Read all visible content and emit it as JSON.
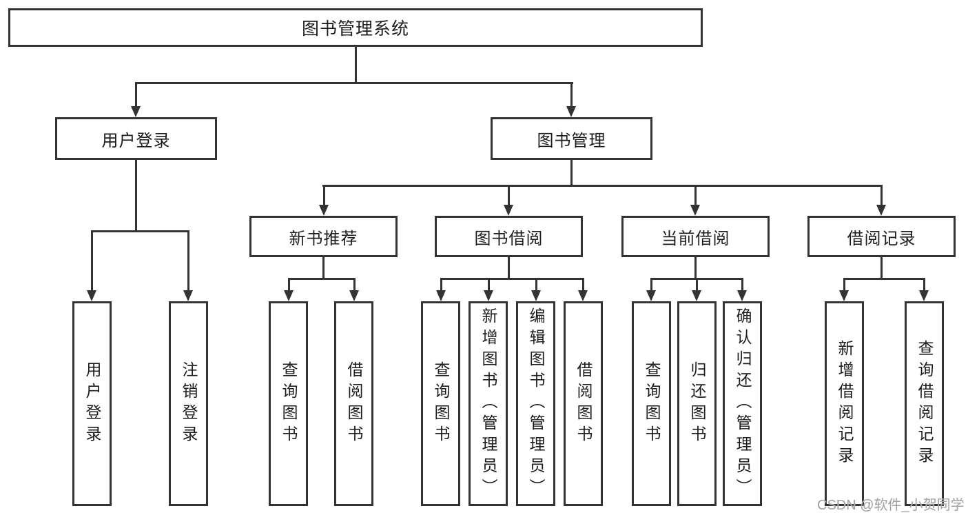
{
  "diagram_title": "图书管理系统",
  "watermark": "CSDN @软件_小贺同学",
  "colors": {
    "line": "#333333",
    "background": "#ffffff",
    "text": "#1d1d1d",
    "watermark": "#a3a3a3"
  },
  "tree": {
    "root": {
      "label": "图书管理系统"
    },
    "branches": [
      {
        "label": "用户登录",
        "children": [
          {
            "label": "用户登录"
          },
          {
            "label": "注销登录"
          }
        ]
      },
      {
        "label": "图书管理",
        "children": [
          {
            "label": "新书推荐",
            "children": [
              {
                "label": "查询图书"
              },
              {
                "label": "借阅图书"
              }
            ]
          },
          {
            "label": "图书借阅",
            "children": [
              {
                "label": "查询图书"
              },
              {
                "label": "新增图书（管理员）"
              },
              {
                "label": "编辑图书（管理员）"
              },
              {
                "label": "借阅图书"
              }
            ]
          },
          {
            "label": "当前借阅",
            "children": [
              {
                "label": "查询图书"
              },
              {
                "label": "归还图书"
              },
              {
                "label": "确认归还（管理员）"
              }
            ]
          },
          {
            "label": "借阅记录",
            "children": [
              {
                "label": "新增借阅记录"
              },
              {
                "label": "查询借阅记录"
              }
            ]
          }
        ]
      }
    ]
  }
}
